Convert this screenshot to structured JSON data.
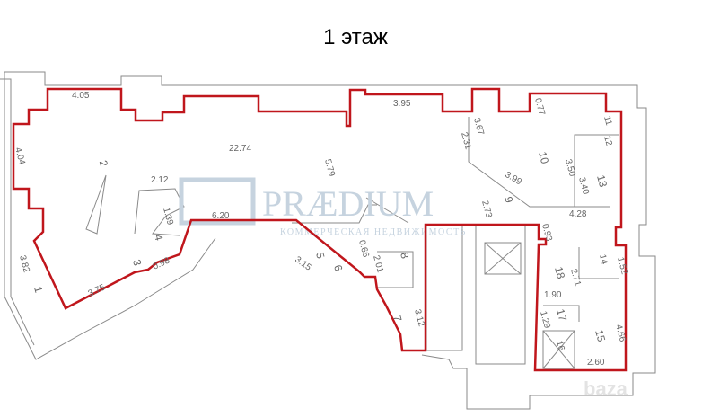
{
  "title": "1 этаж",
  "watermark": {
    "brand": "PRÆDIUM",
    "tagline": "КОММЕРЧЕСКАЯ НЕДВИЖИМОСТЬ",
    "site_logo": "baza"
  },
  "colors": {
    "outline": "#c0161c",
    "walls": "#8a8a8a"
  },
  "rooms": [
    "1",
    "2",
    "3",
    "4",
    "5",
    "6",
    "7",
    "8",
    "9",
    "10",
    "11",
    "12",
    "13",
    "14",
    "15",
    "16",
    "17",
    "18"
  ],
  "dimensions": [
    "4.05",
    "22.74",
    "3.95",
    "0.77",
    "4.04",
    "2.12",
    "5.79",
    "3.67",
    "2.31",
    "3.50",
    "3.40",
    "3.99",
    "2.73",
    "4.28",
    "1.39",
    "6.20",
    "0.66",
    "0.93",
    "3.82",
    "3.15",
    "2.01",
    "1.52",
    "2.71",
    "0.98",
    "3.75",
    "1.90",
    "3.12",
    "1.29",
    "4.66",
    "2.60"
  ]
}
